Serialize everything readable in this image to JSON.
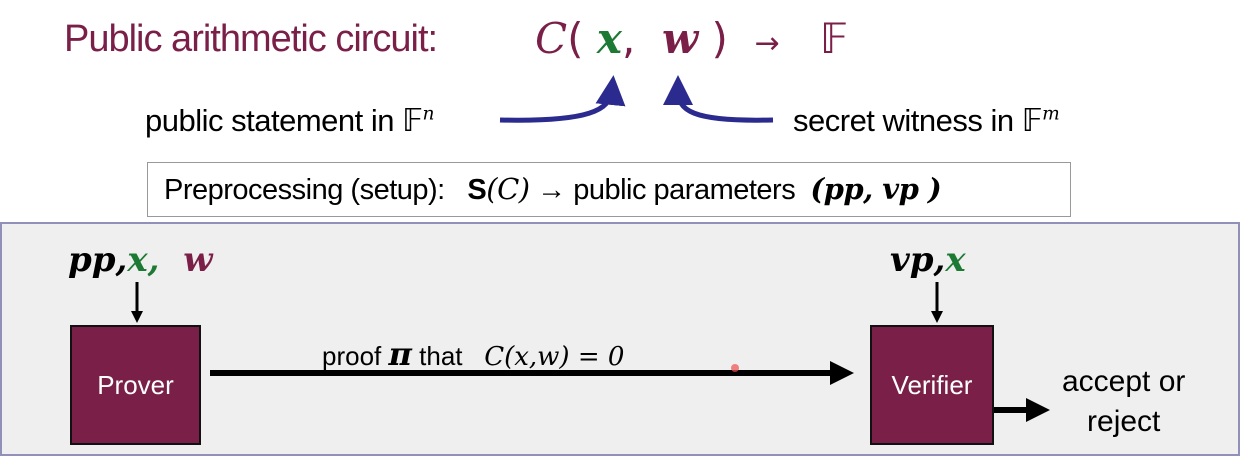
{
  "title": "Public arithmetic circuit:",
  "formula": {
    "C": "C",
    "open": "(",
    "x": "x",
    "comma": ",",
    "w": "w",
    "close": ")",
    "arrow": "→",
    "field": "𝔽"
  },
  "statement": {
    "text": "public statement in ",
    "field": "𝔽",
    "exp": "n"
  },
  "witness": {
    "text": "secret witness in ",
    "field": "𝔽",
    "exp": "m"
  },
  "setup": {
    "label": "Preprocessing (setup):",
    "S": "S",
    "arg": "(C)",
    "arrow": "→",
    "text": "public parameters",
    "params": "(pp, vp )"
  },
  "prover_inputs": {
    "pp": "pp,",
    "x": "x,",
    "w": "w"
  },
  "verifier_inputs": {
    "vp": "vp,",
    "x": "x"
  },
  "prover_label": "Prover",
  "verifier_label": "Verifier",
  "proof": {
    "pre": "proof ",
    "pi": "π",
    "mid": " that ",
    "eq": "C(x,w) = 0"
  },
  "output": {
    "line1": "accept or",
    "line2": "reject"
  },
  "colors": {
    "maroon": "#7a1f48",
    "green": "#1d7a34",
    "blue_arrow": "#2b2b8f"
  }
}
